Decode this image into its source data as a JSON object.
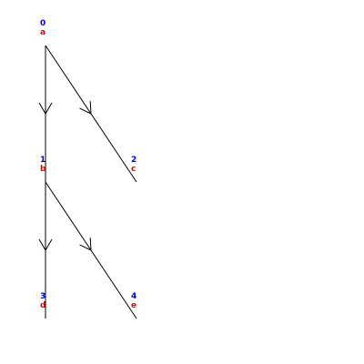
{
  "colors": {
    "background": "#ffffff",
    "edge": "#000000",
    "node_id": "#0000cc",
    "node_label": "#dd0000"
  },
  "nodes": [
    {
      "id": "0",
      "label": "a"
    },
    {
      "id": "1",
      "label": "b"
    },
    {
      "id": "2",
      "label": "c"
    },
    {
      "id": "3",
      "label": "d"
    },
    {
      "id": "4",
      "label": "e"
    }
  ],
  "edges": [
    {
      "from": "0",
      "to": "1",
      "directed": true
    },
    {
      "from": "0",
      "to": "2",
      "directed": true
    },
    {
      "from": "1",
      "to": "3",
      "directed": true
    },
    {
      "from": "1",
      "to": "4",
      "directed": true
    }
  ]
}
